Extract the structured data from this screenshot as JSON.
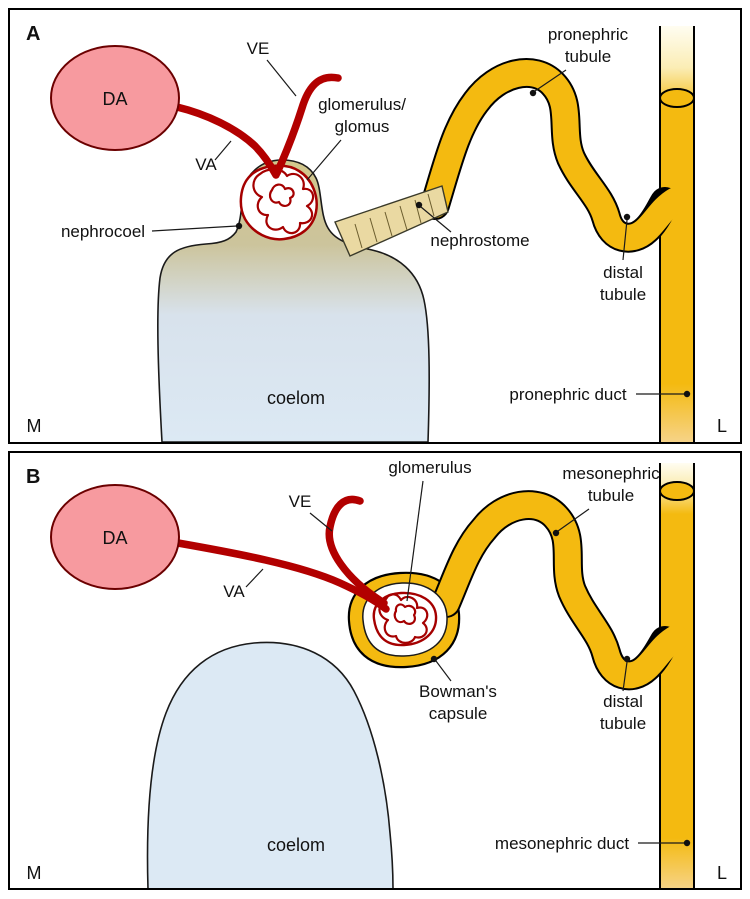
{
  "figure": {
    "type": "biology-diagram",
    "panels": [
      {
        "tag": "A",
        "medial": "M",
        "lateral": "L",
        "labels": {
          "da": "DA",
          "ve": "VE",
          "va": "VA",
          "glomerulus": [
            "glomerulus/",
            "glomus"
          ],
          "nephrocoel": "nephrocoel",
          "nephrostome": "nephrostome",
          "tubule": [
            "pronephric",
            "tubule"
          ],
          "distal_tubule": [
            "distal",
            "tubule"
          ],
          "duct": "pronephric duct",
          "coelom": "coelom"
        }
      },
      {
        "tag": "B",
        "medial": "M",
        "lateral": "L",
        "labels": {
          "da": "DA",
          "ve": "VE",
          "va": "VA",
          "glomerulus": "glomerulus",
          "bowmans_capsule": [
            "Bowman's",
            "capsule"
          ],
          "tubule": [
            "mesonephric",
            "tubule"
          ],
          "distal_tubule": [
            "distal",
            "tubule"
          ],
          "duct": "mesonephric duct",
          "coelom": "coelom"
        }
      }
    ],
    "colors": {
      "vessel_red": "#b20000",
      "da_fill": "#f79a9f",
      "tubule_gold": "#f4ba10",
      "nephrostome_tan": "#ead9a2",
      "coelom_blue": "#dce9f4",
      "nephrocoel_tan": "#d2c78c",
      "glomerulus_red": "#a50000",
      "outline": "#000000"
    }
  }
}
